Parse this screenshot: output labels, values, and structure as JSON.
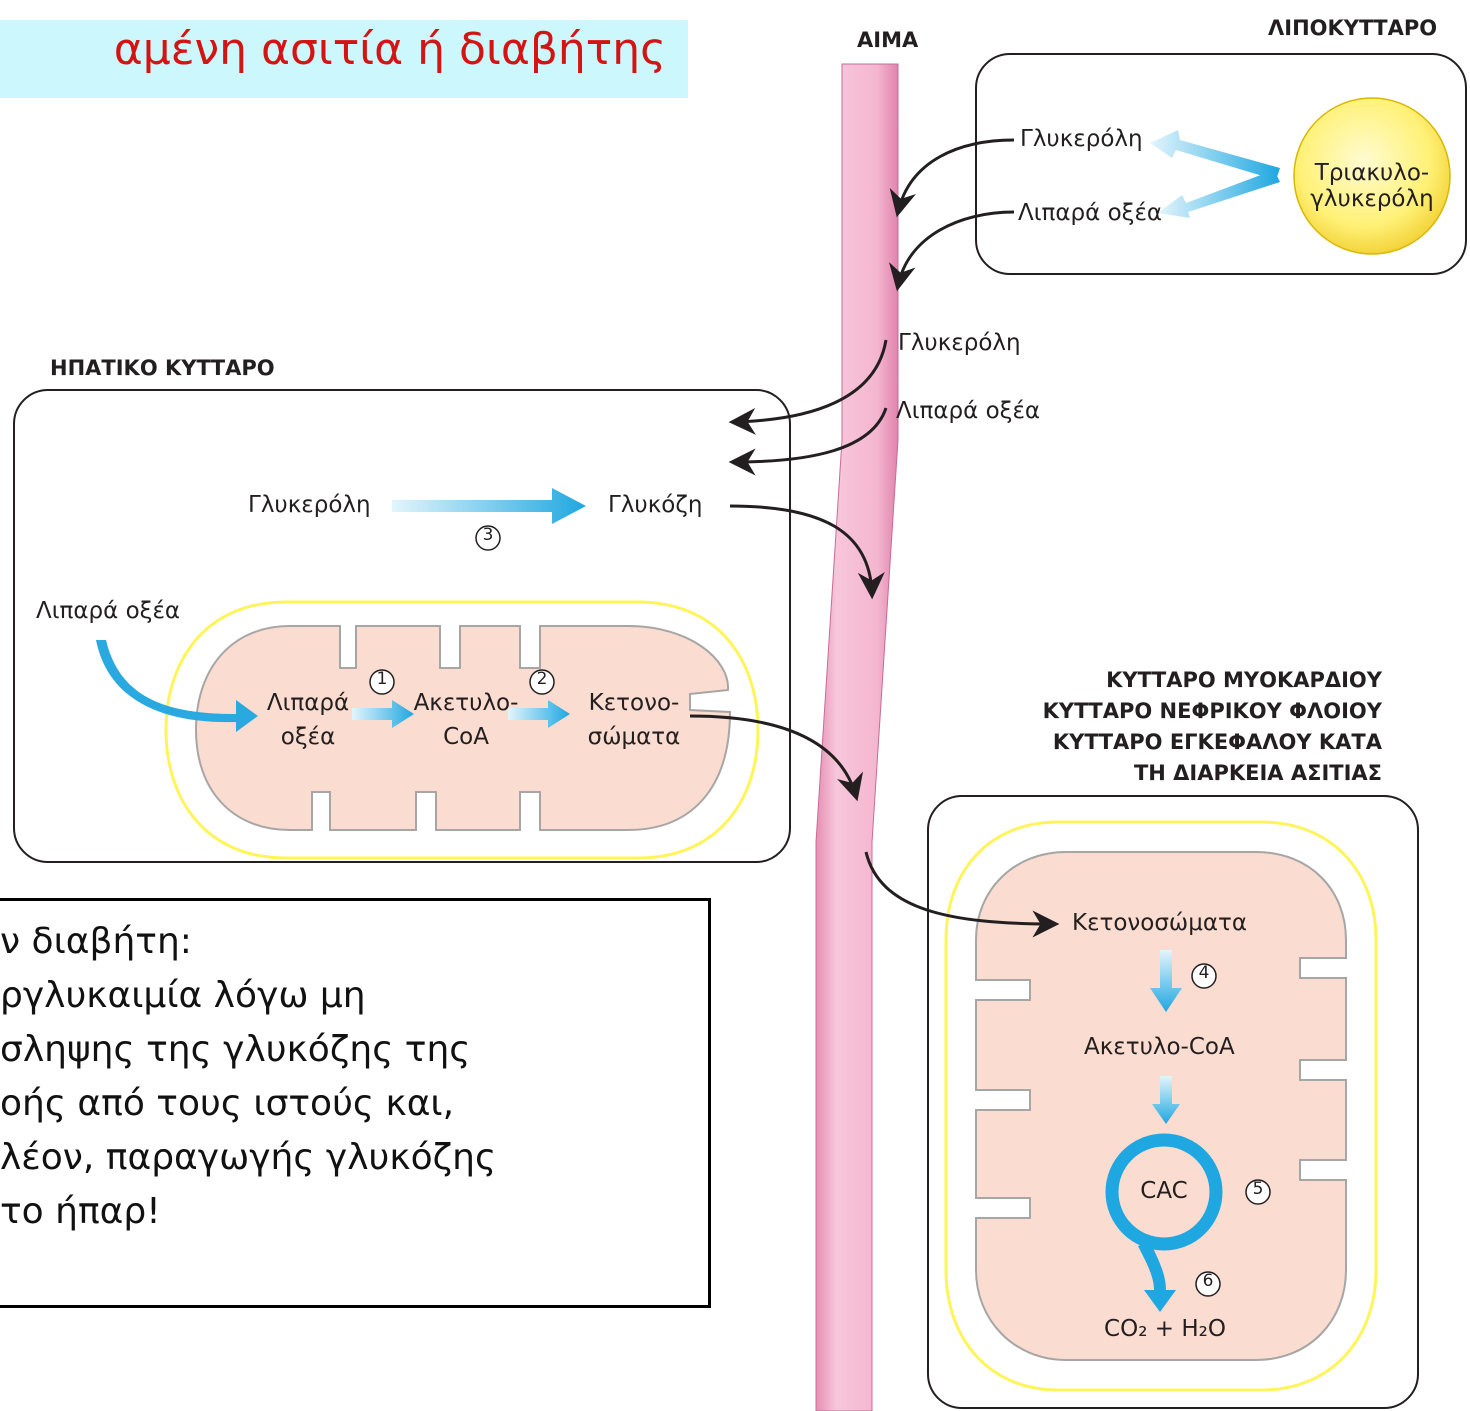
{
  "title": "αμένη ασιτία ή διαβήτης",
  "blood_label": "ΑΙΜΑ",
  "adipocyte": {
    "caption": "ΛΙΠΟΚΥΤΤΑΡΟ",
    "triacyl_line1": "Τριακυλο-",
    "triacyl_line2": "γλυκερόλη",
    "glycerol": "Γλυκερόλη",
    "fatty_acids": "Λιπαρά οξέα"
  },
  "blood": {
    "glycerol": "Γλυκερόλη",
    "fatty_acids": "Λιπαρά οξέα"
  },
  "liver": {
    "caption": "ΗΠΑΤΙΚΟ ΚΥΤΤΑΡΟ",
    "glycerol": "Γλυκερόλη",
    "glucose": "Γλυκόζη",
    "step3": "3",
    "fatty_acids": "Λιπαρά οξέα",
    "mito_fa_line1": "Λιπαρά",
    "mito_fa_line2": "οξέα",
    "acetyl_line1": "Ακετυλο-",
    "acetyl_line2": "CoA",
    "ketone_line1": "Κετονο-",
    "ketone_line2": "σώματα",
    "step1": "1",
    "step2": "2"
  },
  "target": {
    "caption_line1": "ΚΥΤΤΑΡΟ ΜΥΟΚΑΡΔΙΟΥ",
    "caption_line2": "ΚΥΤΤΑΡΟ ΝΕΦΡΙΚΟΥ ΦΛΟΙΟΥ",
    "caption_line3": "ΚΥΤΤΑΡΟ ΕΓΚΕΦΑΛΟΥ ΚΑΤΑ",
    "caption_line4": "ΤΗ ΔΙΑΡΚΕΙΑ ΑΣΙΤΙΑΣ",
    "ketone_bodies": "Κετονοσώματα",
    "acetyl_coa": "Ακετυλο-CoA",
    "cac": "CAC",
    "step4": "4",
    "step5": "5",
    "step6": "6",
    "products": "CO₂ + H₂O"
  },
  "note": {
    "line1": "ν διαβήτη:",
    "line2": "ργλυκαιμία λόγω μη",
    "line3": "σληψης της γλυκόζης της",
    "line4": "οής από τους ιστούς και,",
    "line5": "λέον, παραγωγής γλυκόζης",
    "line6": " το ήπαρ!"
  },
  "colors": {
    "title_text": "#d41313",
    "title_bg": "#ccf7fc",
    "blood_vessel": "#f4b6cf",
    "arrow_blue": "#29abe2",
    "mito_fill": "#fbdcd0",
    "mito_outline": "#fff45a",
    "fat_droplet": "#fff176"
  }
}
